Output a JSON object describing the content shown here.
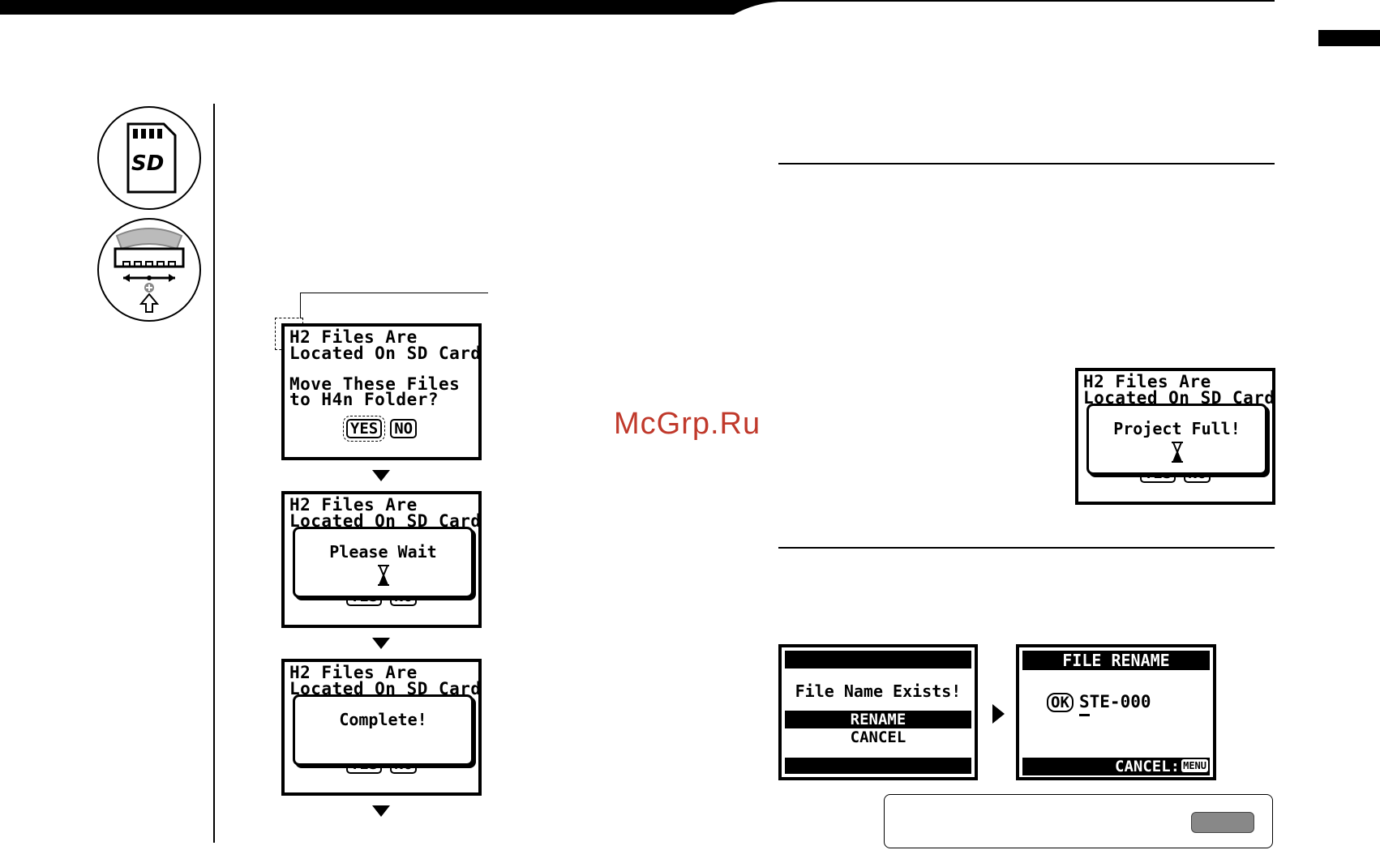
{
  "watermark": "McGrp.Ru",
  "icons": {
    "sd_card": "sd-card-icon",
    "dial": "dial-wheel-icon"
  },
  "sd_logo": "SD",
  "screen1": {
    "line1": "H2 Files Are",
    "line2": "Located On SD Card.",
    "line3": "Move These Files",
    "line4": "to H4n Folder?",
    "yes": "YES",
    "no": "NO"
  },
  "screen2": {
    "line1": "H2 Files Are",
    "line2": "Located On SD Card.",
    "popup": "Please Wait",
    "yes": "YES",
    "no": "NO"
  },
  "screen3": {
    "line1": "H2 Files Are",
    "line2": "Located On SD Card.",
    "popup": "Complete!",
    "yes": "YES",
    "no": "NO"
  },
  "screen4": {
    "line1": "H2 Files Are",
    "line2": "Located On SD Card.",
    "popup": "Project Full!",
    "yes": "YES",
    "no": "NO"
  },
  "screen5": {
    "message": "File Name Exists!",
    "option1": "RENAME",
    "option2": "CANCEL"
  },
  "screen6": {
    "title": "FILE RENAME",
    "ok": "OK",
    "filename": "STE-000",
    "cancel_label": "CANCEL:",
    "menu": "MENU"
  }
}
